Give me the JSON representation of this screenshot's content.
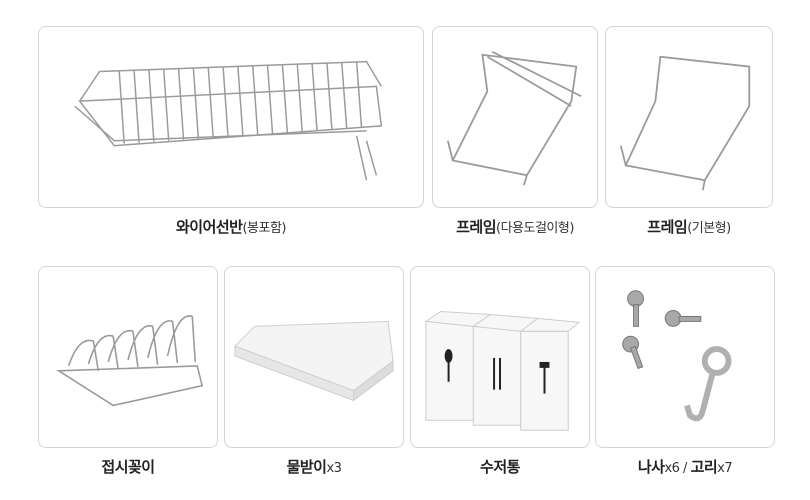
{
  "items": [
    {
      "name": "와이어선반",
      "detail": "(봉포함)"
    },
    {
      "name": "프레임",
      "detail": "(다용도걸이형)"
    },
    {
      "name": "프레임",
      "detail": "(기본형)"
    },
    {
      "name": "접시꽂이",
      "detail": ""
    },
    {
      "name": "물받이",
      "detail": "x3"
    },
    {
      "name": "수저통",
      "detail": ""
    },
    {
      "name": "나사",
      "detail": "x6 / ",
      "name2": "고리",
      "detail2": "x7"
    }
  ],
  "colors": {
    "border": "#d4d4d4",
    "wire": "#9a9a9a",
    "text": "#222222"
  }
}
